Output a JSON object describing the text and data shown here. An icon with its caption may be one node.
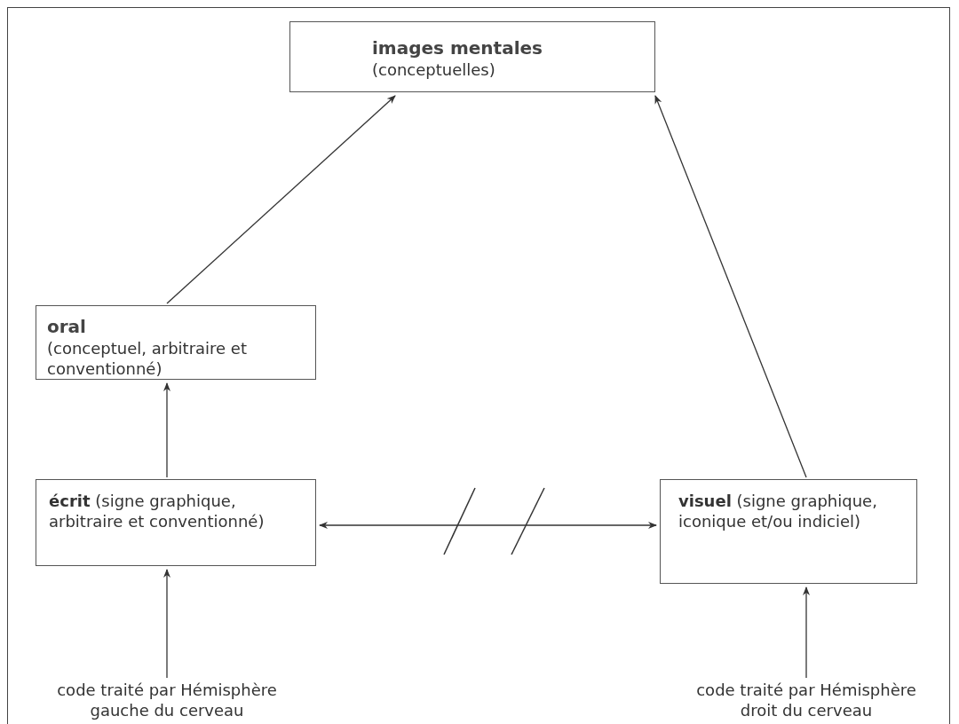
{
  "diagram": {
    "nodes": [
      {
        "text": [
          "images mentales",
          "(conceptuelles)"
        ]
      },
      {
        "text": [
          "oral",
          "(conceptuel, arbitraire et conventionné)"
        ]
      },
      {
        "text": [
          "**écrit** (signe graphique, arbitraire et conventionné)"
        ]
      },
      {
        "text": [
          "**visuel** (signe graphique, iconique et/ou indiciel)"
        ]
      },
      {
        "text": [
          "code traité par Hémisphère gauche du cerveau"
        ]
      },
      {
        "text": [
          "code traité par Hémisphère droit du cerveau"
        ]
      }
    ],
    "edges": [
      {
        "from": 1,
        "to": 0,
        "arrow": "to"
      },
      {
        "from": 3,
        "to": 0,
        "arrow": "to"
      },
      {
        "from": 2,
        "to": 1,
        "arrow": "to"
      },
      {
        "from": 2,
        "to": 3,
        "arrow": "both"
      },
      {
        "from": 4,
        "to": 2,
        "arrow": "to"
      },
      {
        "from": 5,
        "to": 3,
        "arrow": "to"
      }
    ]
  }
}
